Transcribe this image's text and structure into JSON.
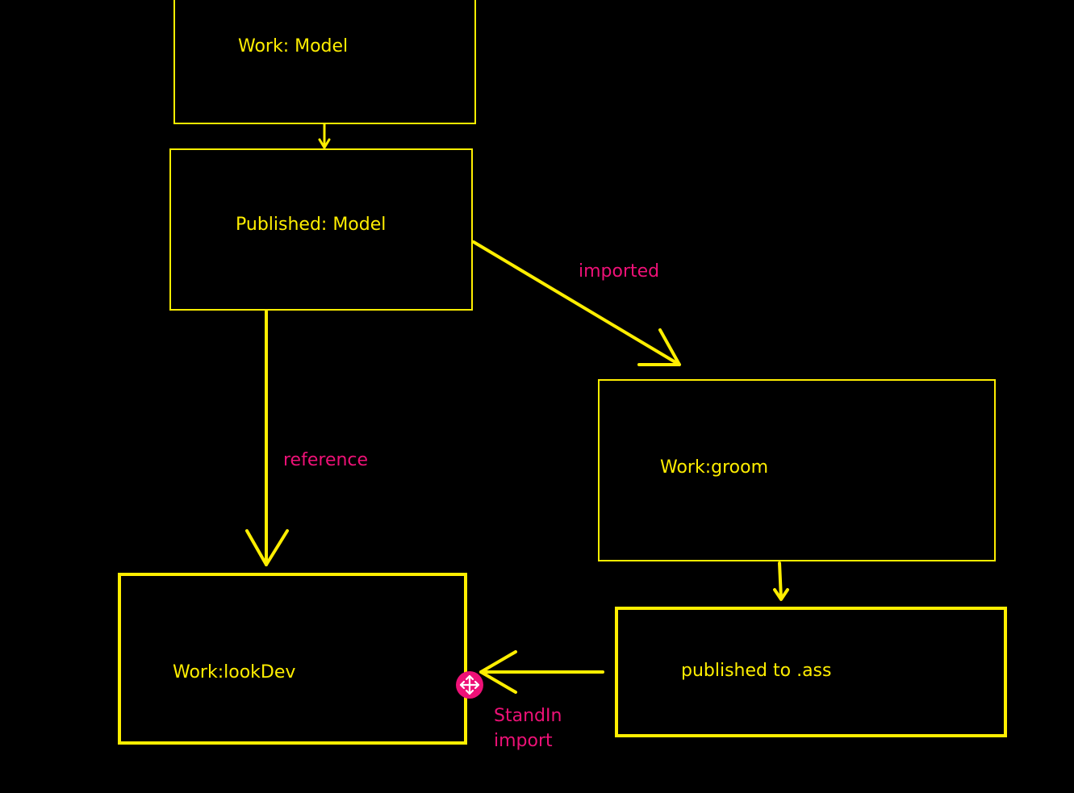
{
  "colors": {
    "background": "#000000",
    "node_stroke": "#ffee00",
    "node_text": "#ffee00",
    "edge_label": "#ee1177",
    "handle": "#ee1177"
  },
  "nodes": {
    "work_model": "Work: Model",
    "published_model": "Published: Model",
    "work_groom": "Work:groom",
    "work_lookdev": "Work:lookDev",
    "published_ass": "published to .ass"
  },
  "edges": {
    "imported": "imported",
    "reference": "reference",
    "standin_line1": "StandIn",
    "standin_line2": "import"
  },
  "icons": {
    "move_handle": "move-arrows-icon"
  }
}
